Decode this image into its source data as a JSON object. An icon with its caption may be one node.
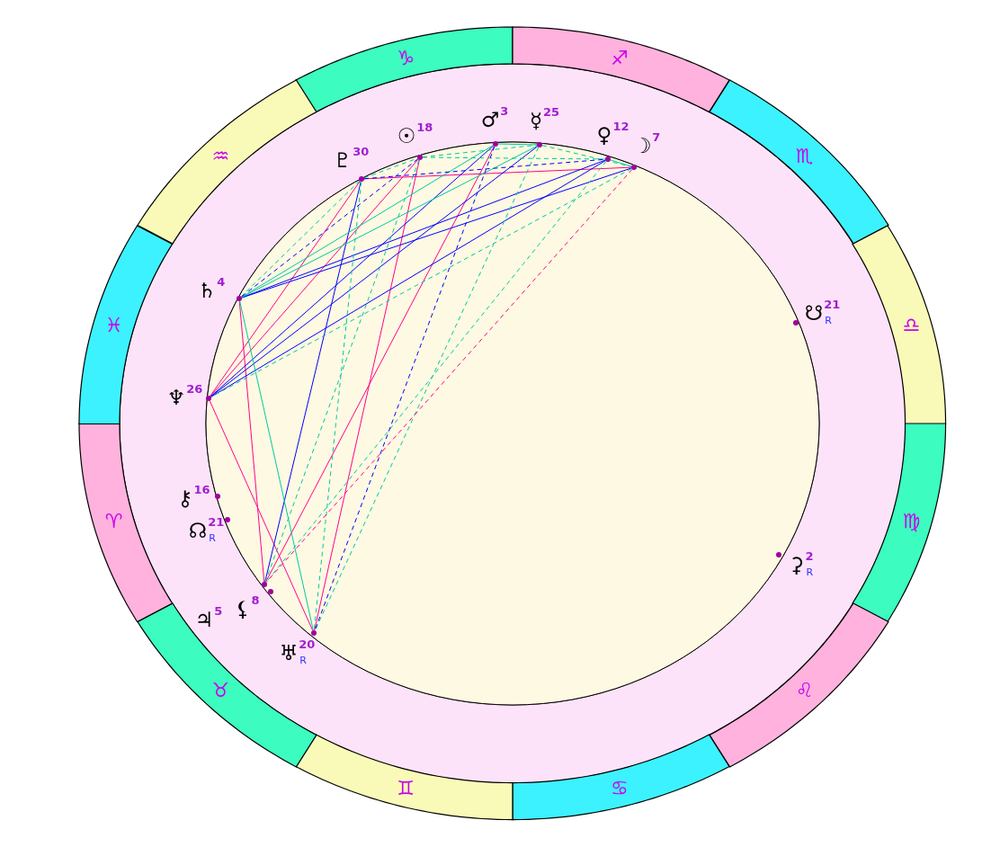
{
  "diagram": {
    "nodes": [
      {
        "text": [
          "♑"
        ]
      },
      {
        "text": [
          "♐"
        ]
      },
      {
        "text": [
          "♏"
        ]
      },
      {
        "text": [
          "♎"
        ]
      },
      {
        "text": [
          "♍"
        ]
      },
      {
        "text": [
          "♌"
        ]
      },
      {
        "text": [
          "♋"
        ]
      },
      {
        "text": [
          "♊"
        ]
      },
      {
        "text": [
          "♉"
        ]
      },
      {
        "text": [
          "♈"
        ]
      },
      {
        "text": [
          "♓"
        ]
      },
      {
        "text": [
          "♒"
        ]
      },
      {
        "text": [],
        "shape": "circle",
        "beside": [
          "♇",
          "30"
        ]
      },
      {
        "text": [],
        "shape": "circle",
        "beside": [
          "☉",
          "18"
        ]
      },
      {
        "text": [],
        "shape": "circle",
        "beside": [
          "♂",
          "3"
        ]
      },
      {
        "text": [],
        "shape": "circle",
        "beside": [
          "☿",
          "25"
        ]
      },
      {
        "text": [],
        "shape": "circle",
        "beside": [
          "♀",
          "12"
        ]
      },
      {
        "text": [],
        "shape": "circle",
        "beside": [
          "☽",
          "7"
        ]
      },
      {
        "text": [],
        "shape": "circle",
        "beside": [
          "♄",
          "4"
        ]
      },
      {
        "text": [],
        "shape": "circle",
        "beside": [
          "♆",
          "26"
        ]
      },
      {
        "text": [],
        "shape": "circle",
        "beside": [
          "⚷",
          "16"
        ]
      },
      {
        "text": [],
        "shape": "circle",
        "beside": [
          "☊",
          "21",
          "R"
        ]
      },
      {
        "text": [],
        "shape": "circle",
        "beside": [
          "♃",
          "5"
        ]
      },
      {
        "text": [],
        "shape": "circle",
        "beside": [
          "⚸",
          "8"
        ]
      },
      {
        "text": [],
        "shape": "circle",
        "beside": [
          "♅",
          "20",
          "R"
        ]
      },
      {
        "text": [],
        "shape": "circle",
        "beside": [
          "☋",
          "21",
          "R"
        ]
      },
      {
        "text": [],
        "shape": "circle",
        "beside": [
          "⚳",
          "2",
          "R"
        ]
      }
    ],
    "edges": [
      {
        "from": 12,
        "to": 17,
        "arrow": "none",
        "color": "#ff0090"
      },
      {
        "from": 18,
        "to": 22,
        "arrow": "none",
        "color": "#ff0090"
      },
      {
        "from": 19,
        "to": 24,
        "arrow": "none",
        "color": "#ff0090"
      },
      {
        "from": 13,
        "to": 24,
        "arrow": "none",
        "color": "#ff0090"
      },
      {
        "from": 14,
        "to": 22,
        "arrow": "none",
        "color": "#ff0090"
      },
      {
        "from": 12,
        "to": 19,
        "arrow": "none",
        "color": "#ff0090"
      },
      {
        "from": 13,
        "to": 19,
        "arrow": "none",
        "color": "#ff0090"
      },
      {
        "from": 12,
        "to": 22,
        "arrow": "none",
        "color": "#0000ff"
      },
      {
        "from": 18,
        "to": 17,
        "arrow": "none",
        "color": "#0000ff"
      },
      {
        "from": 18,
        "to": 16,
        "arrow": "none",
        "color": "#0000ff"
      },
      {
        "from": 19,
        "to": 14,
        "arrow": "none",
        "color": "#0000ff"
      },
      {
        "from": 19,
        "to": 16,
        "arrow": "none",
        "color": "#0000ff"
      },
      {
        "from": 19,
        "to": 15,
        "arrow": "none",
        "color": "#0000ff"
      },
      {
        "from": 18,
        "to": 24,
        "arrow": "none",
        "color": "#00c8a0"
      },
      {
        "from": 14,
        "to": 15,
        "arrow": "none",
        "color": "#00c8a0"
      },
      {
        "from": 16,
        "to": 17,
        "arrow": "none",
        "color": "#00c8a0"
      },
      {
        "from": 18,
        "to": 15,
        "arrow": "none",
        "color": "#00c8a0"
      },
      {
        "from": 18,
        "to": 14,
        "arrow": "none",
        "color": "#00c8a0"
      },
      {
        "from": 13,
        "to": 16,
        "arrow": "none",
        "style": "dashed",
        "color": "#00c8a0"
      },
      {
        "from": 13,
        "to": 15,
        "arrow": "none",
        "style": "dashed",
        "color": "#00c8a0"
      },
      {
        "from": 15,
        "to": 17,
        "arrow": "none",
        "style": "dashed",
        "color": "#00c8a0"
      },
      {
        "from": 12,
        "to": 13,
        "arrow": "none",
        "style": "dashed",
        "color": "#00c8a0"
      },
      {
        "from": 12,
        "to": 18,
        "arrow": "none",
        "style": "dashed",
        "color": "#00c8a0"
      },
      {
        "from": 12,
        "to": 24,
        "arrow": "none",
        "style": "dashed",
        "color": "#00c8a0"
      },
      {
        "from": 16,
        "to": 22,
        "arrow": "none",
        "style": "dashed",
        "color": "#00c8a0"
      },
      {
        "from": 13,
        "to": 22,
        "arrow": "none",
        "style": "dashed",
        "color": "#00c8a0"
      },
      {
        "from": 15,
        "to": 24,
        "arrow": "none",
        "style": "dashed",
        "color": "#00c8a0"
      },
      {
        "from": 17,
        "to": 19,
        "arrow": "none",
        "style": "dashed",
        "color": "#00c8a0"
      },
      {
        "from": 12,
        "to": 16,
        "arrow": "none",
        "style": "dashed",
        "color": "#0000ff"
      },
      {
        "from": 14,
        "to": 24,
        "arrow": "none",
        "style": "dashed",
        "color": "#0000ff"
      },
      {
        "from": 13,
        "to": 18,
        "arrow": "none",
        "style": "dashed",
        "color": "#0000ff"
      },
      {
        "from": 17,
        "to": 22,
        "arrow": "none",
        "style": "dashed",
        "color": "#ff0090"
      }
    ]
  }
}
